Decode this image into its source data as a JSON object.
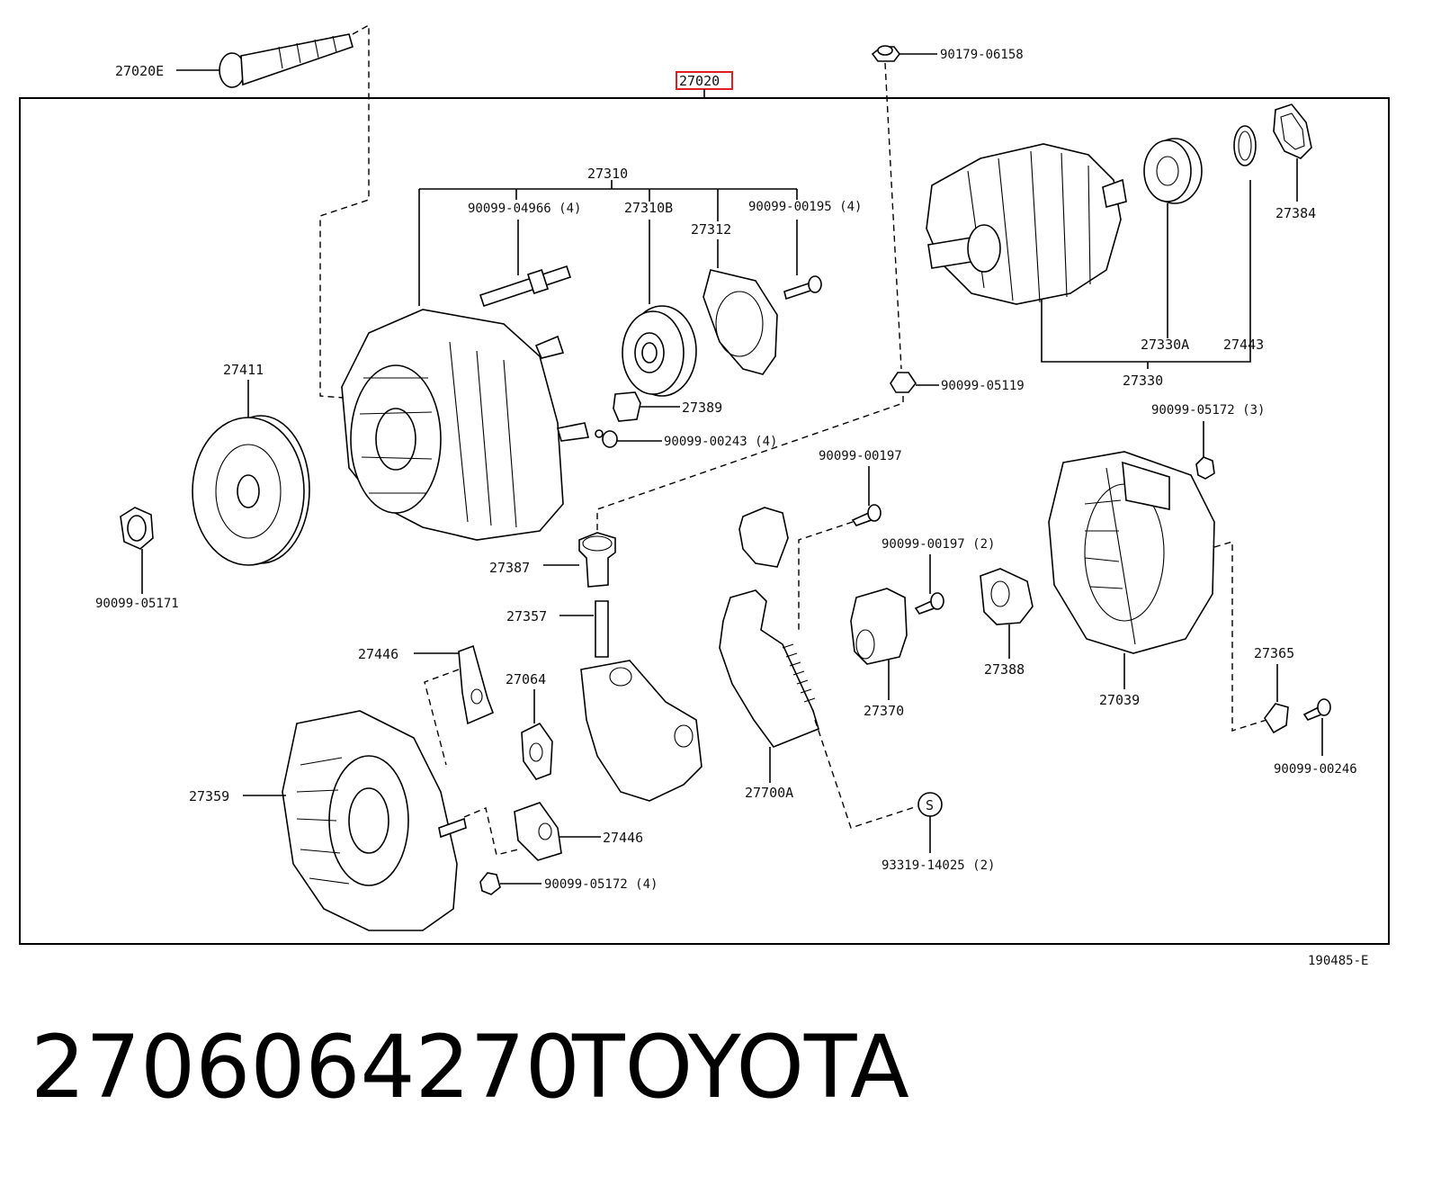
{
  "diagram": {
    "assembly_label": "27020",
    "highlight_color": "#e02020",
    "ref_code": "190485-E",
    "labels": {
      "l27020E": "27020E",
      "l90179_06158": "90179-06158",
      "l27310": "27310",
      "l90099_04966": "90099-04966 (4)",
      "l27310B": "27310B",
      "l27312": "27312",
      "l90099_00195": "90099-00195 (4)",
      "l27384": "27384",
      "l27411": "27411",
      "l27389": "27389",
      "l90099_00243": "90099-00243 (4)",
      "l90099_05119": "90099-05119",
      "l27330A": "27330A",
      "l27443": "27443",
      "l27330": "27330",
      "l90099_05172_3": "90099-05172 (3)",
      "l90099_00197": "90099-00197",
      "l90099_00197_2": "90099-00197 (2)",
      "l27387": "27387",
      "l90099_05171": "90099-05171",
      "l27357": "27357",
      "l27446a": "27446",
      "l27064": "27064",
      "l27388": "27388",
      "l27039": "27039",
      "l27365": "27365",
      "l27370": "27370",
      "l27359": "27359",
      "l27700A": "27700A",
      "l90099_00246": "90099-00246",
      "l27446b": "27446",
      "lS": "S",
      "l93319_14025": "93319-14025 (2)",
      "l90099_05172_4": "90099-05172 (4)"
    }
  },
  "footer": {
    "part_number": "2706064270",
    "brand": "TOYOTA"
  }
}
